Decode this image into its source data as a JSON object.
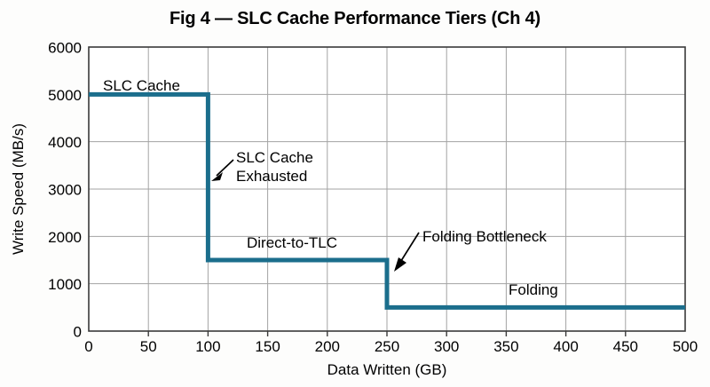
{
  "chart_data": {
    "type": "line",
    "title": "Fig 4 — SLC Cache Performance Tiers (Ch 4)",
    "xlabel": "Data Written (GB)",
    "ylabel": "Write Speed (MB/s)",
    "xlim": [
      0,
      500
    ],
    "ylim": [
      0,
      6000
    ],
    "xticks": [
      0,
      50,
      100,
      150,
      200,
      250,
      300,
      350,
      400,
      450,
      500
    ],
    "yticks": [
      0,
      1000,
      2000,
      3000,
      4000,
      5000,
      6000
    ],
    "grid": true,
    "legend": "none",
    "line_color": "#1b6e8c",
    "line_width": 5,
    "series": [
      {
        "name": "Write Speed",
        "x": [
          0,
          100,
          100,
          250,
          250,
          500
        ],
        "values": [
          5000,
          5000,
          1500,
          1500,
          500,
          500
        ]
      }
    ],
    "plateaus": [
      {
        "label": "SLC Cache",
        "x_start": 0,
        "x_end": 100,
        "speed": 5000
      },
      {
        "label": "Direct-to-TLC",
        "x_start": 100,
        "x_end": 250,
        "speed": 1500
      },
      {
        "label": "Folding",
        "x_start": 250,
        "x_end": 500,
        "speed": 500
      }
    ],
    "annotations": [
      {
        "text": "SLC Cache",
        "x": 10,
        "y": 5550
      },
      {
        "text_line1": "SLC Cache",
        "text_line2": "Exhausted",
        "x": 122,
        "y": 3650,
        "arrow_to_x": 102,
        "arrow_to_y": 2950
      },
      {
        "text": "Direct-to-TLC",
        "x": 133,
        "y": 1900
      },
      {
        "text": "Folding Bottleneck",
        "x": 260,
        "y": 1940,
        "arrow_to_x": 253,
        "arrow_to_y": 1180
      },
      {
        "text": "Folding",
        "x": 390,
        "y": 800
      }
    ]
  },
  "annotation_text": {
    "slc_cache": "SLC Cache",
    "slc_exhausted_line1": "SLC Cache",
    "slc_exhausted_line2": "Exhausted",
    "direct_to_tlc": "Direct-to-TLC",
    "folding_bottleneck": "Folding Bottleneck",
    "folding": "Folding"
  },
  "axis_text": {
    "y_title": "Write Speed (MB/s)",
    "x_title": "Data Written (GB)",
    "y_0": "0",
    "y_1000": "1000",
    "y_2000": "2000",
    "y_3000": "3000",
    "y_4000": "4000",
    "y_5000": "5000",
    "y_6000": "6000",
    "x_0": "0",
    "x_50": "50",
    "x_100": "100",
    "x_150": "150",
    "x_200": "200",
    "x_250": "250",
    "x_300": "300",
    "x_350": "350",
    "x_400": "400",
    "x_450": "450",
    "x_500": "500"
  },
  "colors": {
    "line": "#1b6e8c",
    "grid": "#a3a3a3",
    "frame": "#3a3a3a",
    "text": "#000000",
    "background": "#fdfdfc",
    "plot_background": "#ffffff"
  }
}
